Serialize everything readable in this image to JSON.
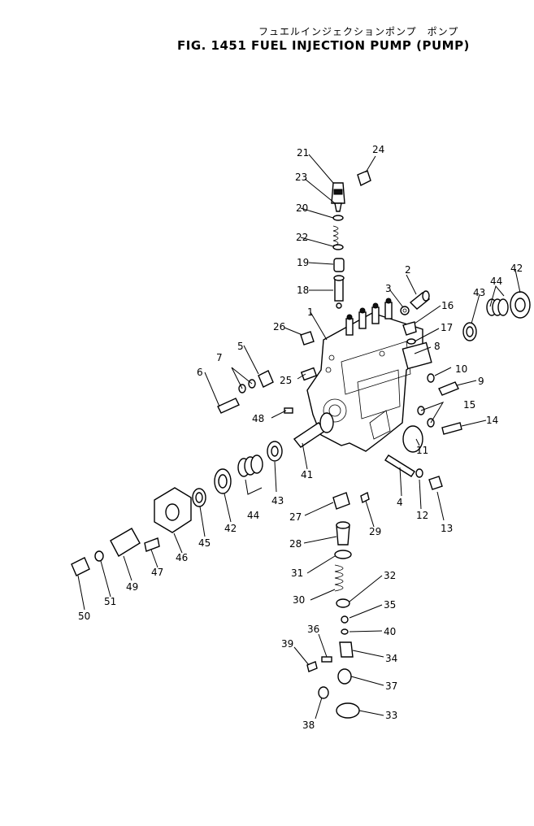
{
  "title_jp": "フュエルインジェクションポンプ　ポンプ",
  "title_en": "FIG. 1451  FUEL INJECTION PUMP (PUMP)",
  "labels": [
    "21",
    "24",
    "23",
    "20",
    "22",
    "19",
    "18",
    "2",
    "42",
    "3",
    "16",
    "43",
    "44",
    "1",
    "26",
    "17",
    "8",
    "5",
    "7",
    "10",
    "9",
    "6",
    "25",
    "15",
    "14",
    "48",
    "11",
    "41",
    "4",
    "12",
    "13",
    "43",
    "44",
    "42",
    "27",
    "29",
    "45",
    "46",
    "28",
    "47",
    "49",
    "31",
    "32",
    "50",
    "51",
    "30",
    "35",
    "36",
    "40",
    "39",
    "34",
    "37",
    "38",
    "33"
  ]
}
